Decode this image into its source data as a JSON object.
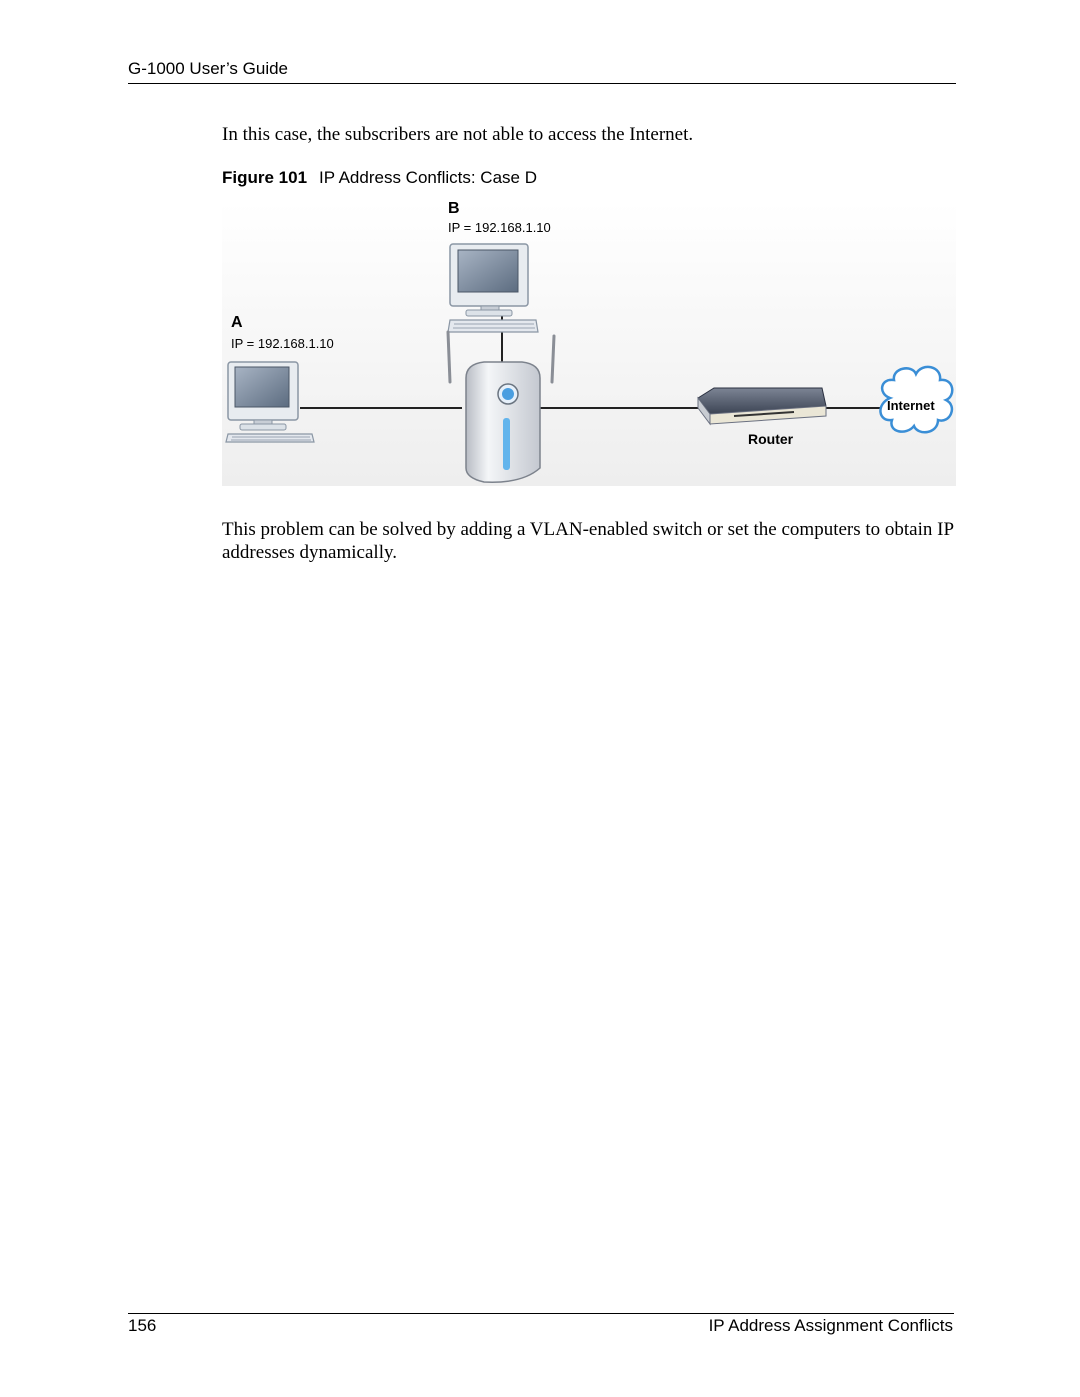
{
  "header": {
    "title": "G-1000 User’s Guide"
  },
  "body": {
    "para1": "In this case, the subscribers are not able to access the Internet.",
    "para2": "This problem can be solved by adding a VLAN-enabled switch or set the computers to obtain IP addresses dynamically."
  },
  "figure": {
    "number": "Figure 101",
    "title": "IP Address Conflicts: Case D",
    "computer_a": {
      "label": "A",
      "ip": "IP = 192.168.1.10"
    },
    "computer_b": {
      "label": "B",
      "ip": "IP = 192.168.1.10"
    },
    "router_label": "Router",
    "internet_label": "Internet"
  },
  "footer": {
    "page_number": "156",
    "section": "IP Address Assignment Conflicts"
  }
}
